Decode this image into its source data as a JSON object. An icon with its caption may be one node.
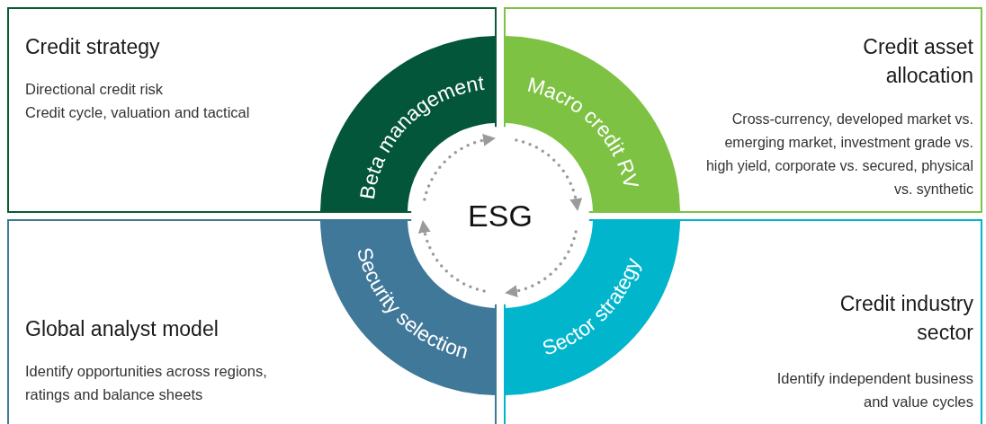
{
  "diagram": {
    "nodes": [
      {
        "text": [
          "Credit strategy",
          "Directional credit risk",
          "Credit cycle, valuation and tactical"
        ]
      },
      {
        "text": [
          "Credit asset allocation",
          "Cross-currency, developed market vs. emerging market, investment grade vs. high yield, corporate vs. secured, physical vs. synthetic"
        ]
      },
      {
        "text": [
          "Global analyst model",
          "Identify opportunities across regions, ratings and balance sheets"
        ]
      },
      {
        "text": [
          "Credit industry sector",
          "Identify independent business and value cycles"
        ]
      },
      {
        "text": [
          "Beta management"
        ],
        "in": 0
      },
      {
        "text": [
          "Macro credit RV"
        ],
        "in": 1
      },
      {
        "text": [
          "Sector strategy"
        ],
        "in": 3
      },
      {
        "text": [
          "Security selection"
        ],
        "in": 2
      },
      {
        "text": [
          "ESG"
        ]
      }
    ]
  }
}
